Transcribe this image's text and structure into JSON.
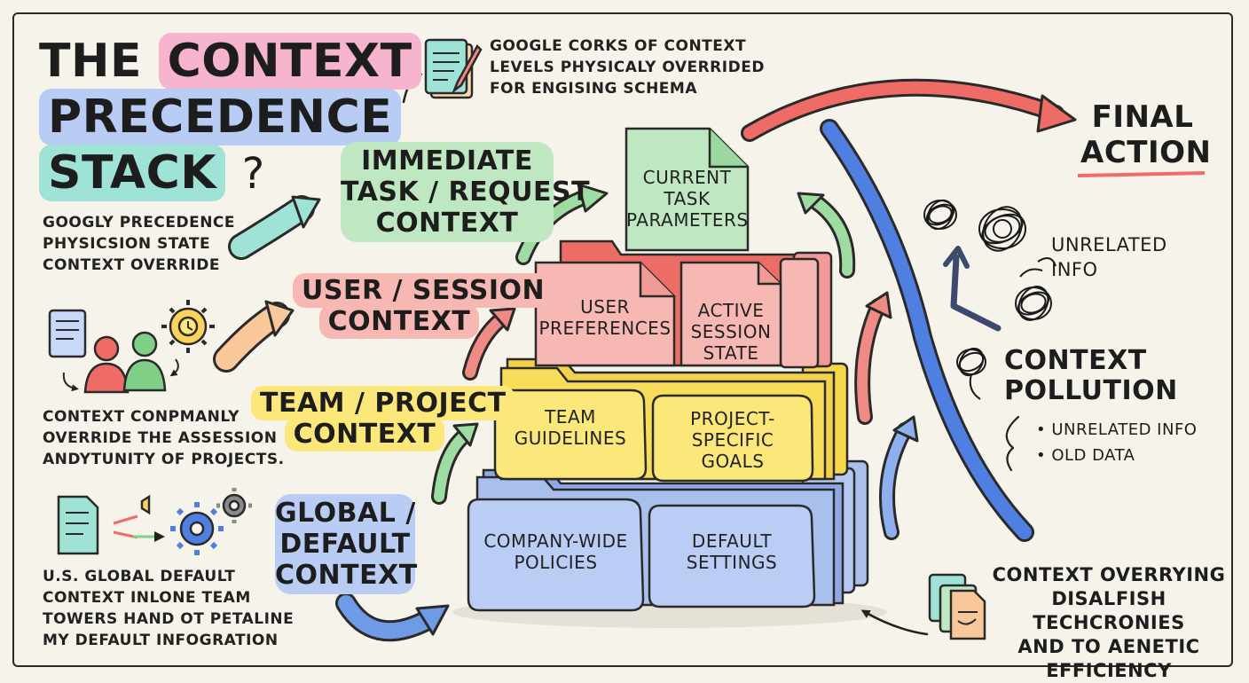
{
  "title": {
    "line1": "THE",
    "line2": "CONTEXT",
    "line3": "PRECEDENCE",
    "line4": "STACK",
    "question": "?"
  },
  "notes": {
    "top_note": [
      "GOOGLE CORKS OF CONTEXT",
      "LEVELS PHYSICALY OVERRIDED",
      "FOR ENGISING SCHEMA"
    ],
    "left_note_1": [
      "GOOGLY PRECEDENCE",
      "PHYSICSION STATE",
      "CONTEXT OVERRIDE"
    ],
    "left_note_2": [
      "CONTEXT CONPMANLY",
      "OVERRIDE THE ASSESSION",
      "ANDYTUNITY OF PROJECTS."
    ],
    "left_note_3": [
      "U.S. GLOBAL DEFAULT",
      "CONTEXT INLONE TEAM",
      "TOWERS HAND OT PETALINE",
      "MY DEFAULT INFOGRATION"
    ],
    "bottom_right_note": [
      "CONTEXT OVERRYING",
      "DISALFISH TECHCRONIES",
      "AND TO AENETIC",
      "EFFICIENCY"
    ]
  },
  "levels": {
    "immediate": [
      "IMMEDIATE",
      "TASK / REQUEST",
      "CONTEXT"
    ],
    "user": [
      "USER / SESSION",
      "CONTEXT"
    ],
    "team": [
      "TEAM / PROJECT",
      "CONTEXT"
    ],
    "global": [
      "GLOBAL /",
      "DEFAULT",
      "CONTEXT"
    ]
  },
  "folders": {
    "current_task": [
      "CURRENT",
      "TASK",
      "PARAMETERS"
    ],
    "user_preferences": [
      "USER",
      "PREFERENCES"
    ],
    "active_session": [
      "ACTIVE",
      "SESSION",
      "STATE"
    ],
    "team_guidelines": [
      "TEAM",
      "GUIDELINES"
    ],
    "project_goals": [
      "PROJECT-",
      "SPECIFIC",
      "GOALS"
    ],
    "company_policies": [
      "COMPANY-WIDE",
      "POLICIES"
    ],
    "default_settings": [
      "DEFAULT",
      "SETTINGS"
    ]
  },
  "right": {
    "final_action": [
      "FINAL",
      "ACTION"
    ],
    "unrelated": [
      "UNRELATED",
      "INFO"
    ],
    "pollution": [
      "CONTEXT",
      "POLLUTION"
    ],
    "bullets": [
      "UNRELATED INFO",
      "OLD DATA"
    ]
  },
  "colors": {
    "green": "#bfe8c2",
    "red": "#f7b8b4",
    "yellow": "#fbe77a",
    "blue": "#b8ccf4",
    "pink": "#f7b4cf",
    "teal": "#9fe3d6"
  }
}
